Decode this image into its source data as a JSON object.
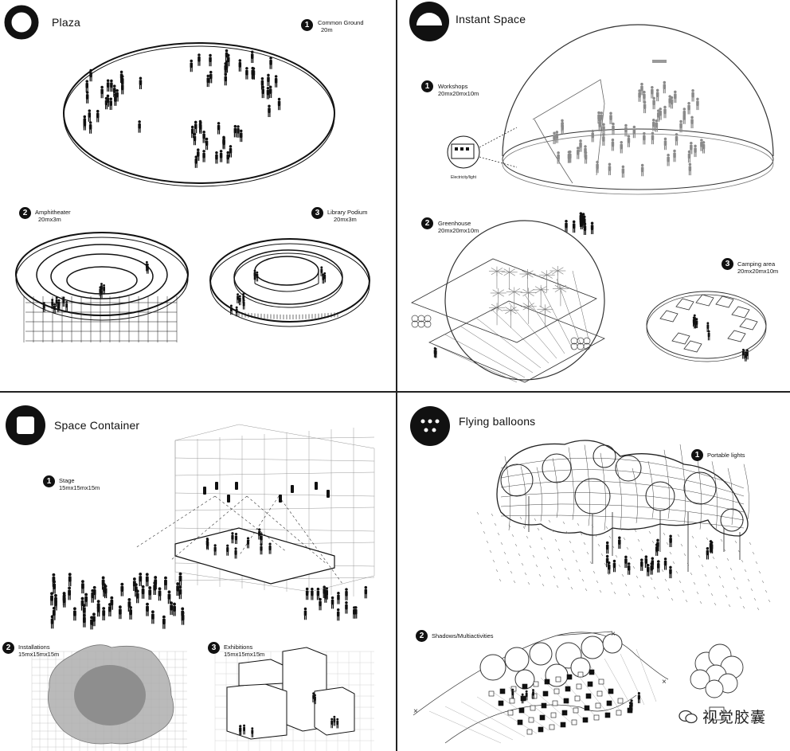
{
  "panels": {
    "plaza": {
      "title": "Plaza",
      "items": [
        {
          "num": "1",
          "name": "Common Ground",
          "size": "20m"
        },
        {
          "num": "2",
          "name": "Amphitheater",
          "size": "20mx3m"
        },
        {
          "num": "3",
          "name": "Library Podium",
          "size": "20mx3m"
        }
      ]
    },
    "instant": {
      "title": "Instant Space",
      "electricity_label": "Electricity/light",
      "items": [
        {
          "num": "1",
          "name": "Workshops",
          "size": "20mx20mx10m"
        },
        {
          "num": "2",
          "name": "Greenhouse",
          "size": "20mx20mx10m"
        },
        {
          "num": "3",
          "name": "Camping area",
          "size": "20mx20mx10m"
        }
      ]
    },
    "container": {
      "title": "Space Container",
      "items": [
        {
          "num": "1",
          "name": "Stage",
          "size": "15mx15mx15m"
        },
        {
          "num": "2",
          "name": "Installations",
          "size": "15mx15mx15m"
        },
        {
          "num": "3",
          "name": "Exhibitions",
          "size": "15mx15mx15m"
        }
      ]
    },
    "balloons": {
      "title": "Flying balloons",
      "items": [
        {
          "num": "1",
          "name": "Portable lights"
        },
        {
          "num": "2",
          "name": "Shadows/Multiactivities"
        }
      ]
    }
  },
  "watermark": "视觉胶囊",
  "colors": {
    "ink": "#111111",
    "grey": "#8a8a8a",
    "light": "#cfcfcf"
  }
}
